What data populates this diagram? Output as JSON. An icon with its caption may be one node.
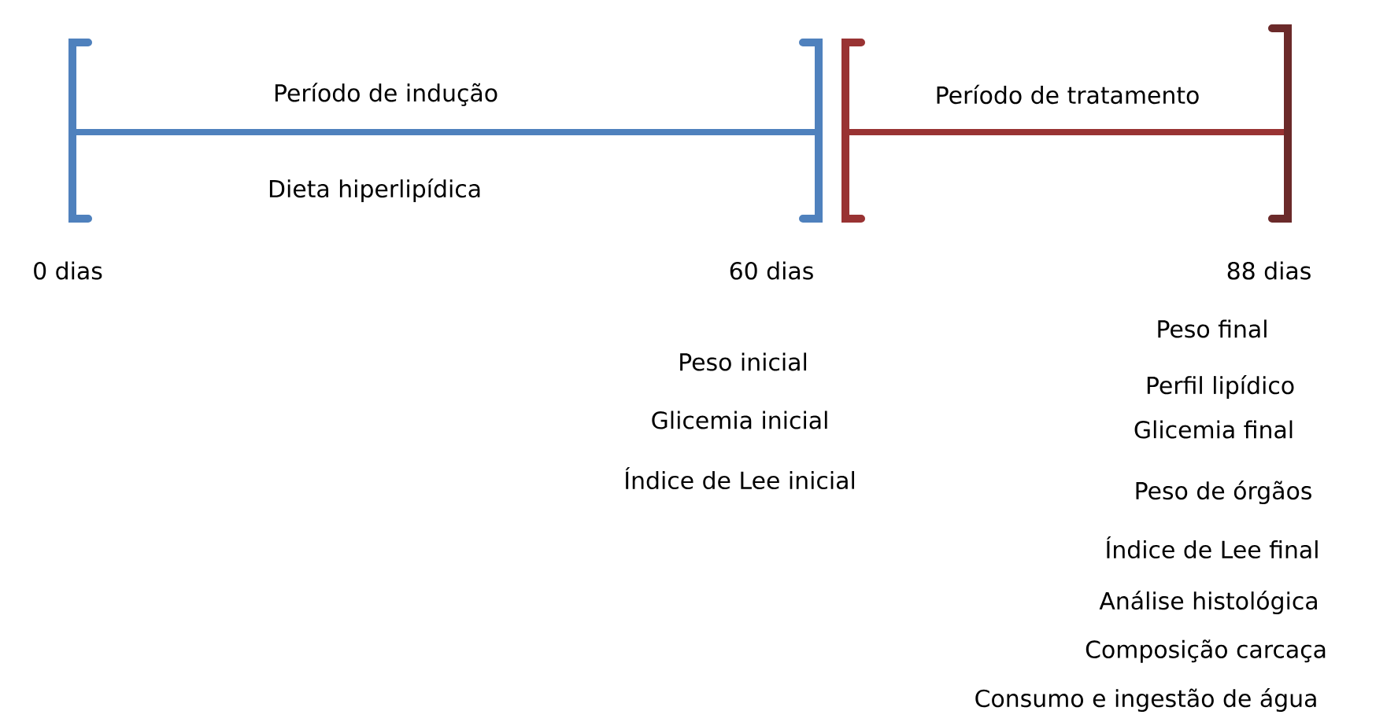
{
  "diagram": {
    "labels": [
      "Período de indução",
      "Período de tratamento",
      "Dieta hiperlipídica",
      "0 dias",
      "60 dias",
      "88 dias",
      "Peso inicial",
      "Glicemia inicial",
      "Índice de Lee inicial",
      "Peso final",
      "Perfil lipídico",
      "Glicemia final",
      "Peso de órgãos",
      "Índice de Lee final",
      "Análise histológica",
      "Composição carcaça",
      "Consumo e ingestão de água"
    ]
  }
}
